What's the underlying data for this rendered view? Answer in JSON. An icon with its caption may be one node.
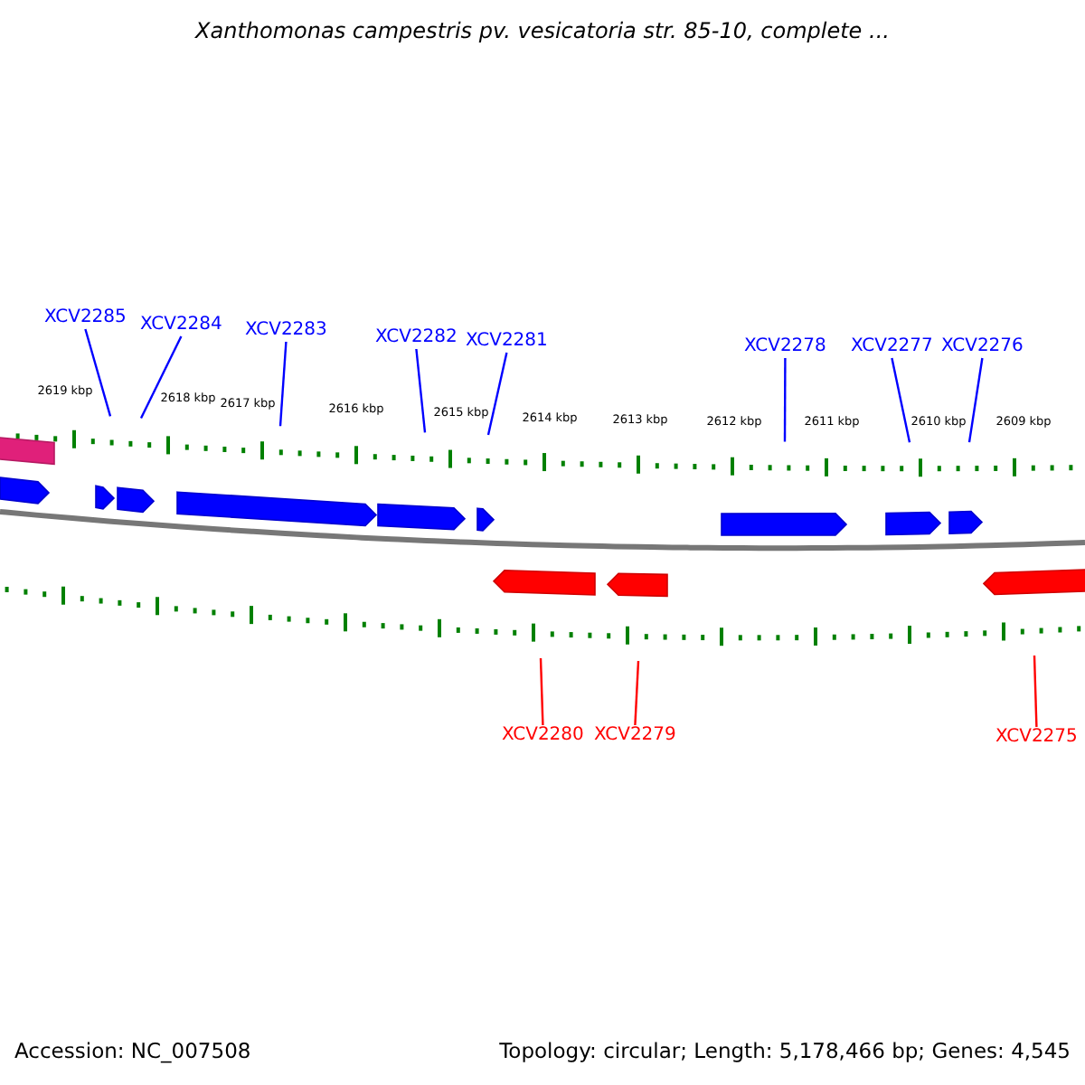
{
  "diagram": {
    "title": "Xanthomonas campestris pv. vesicatoria str. 85-10, complete ...",
    "nodes": [
      {
        "text": [
          "XCV2285"
        ]
      },
      {
        "text": [
          "XCV2284"
        ]
      },
      {
        "text": [
          "XCV2283"
        ]
      },
      {
        "text": [
          "XCV2282"
        ]
      },
      {
        "text": [
          "XCV2281"
        ]
      },
      {
        "text": [
          "XCV2278"
        ]
      },
      {
        "text": [
          "XCV2277"
        ]
      },
      {
        "text": [
          "XCV2276"
        ]
      },
      {
        "text": [
          "XCV2280"
        ]
      },
      {
        "text": [
          "XCV2279"
        ]
      },
      {
        "text": [
          "XCV2275"
        ]
      }
    ],
    "edges": [
      {
        "from": 0,
        "to": null,
        "arrow": "none"
      },
      {
        "from": 1,
        "to": null,
        "arrow": "none"
      },
      {
        "from": 2,
        "to": null,
        "arrow": "none"
      },
      {
        "from": 3,
        "to": null,
        "arrow": "none"
      },
      {
        "from": 4,
        "to": null,
        "arrow": "none"
      },
      {
        "from": 5,
        "to": null,
        "arrow": "none"
      },
      {
        "from": 6,
        "to": null,
        "arrow": "none"
      },
      {
        "from": 7,
        "to": null,
        "arrow": "none"
      },
      {
        "from": 8,
        "to": null,
        "arrow": "none",
        "color": "#ff0000"
      },
      {
        "from": 9,
        "to": null,
        "arrow": "none",
        "color": "#ff0000"
      },
      {
        "from": 10,
        "to": null,
        "arrow": "none",
        "color": "#ff0000"
      }
    ],
    "labels": [
      "2619 kbp",
      "2618 kbp",
      "2617 kbp",
      "2616 kbp",
      "2615 kbp",
      "2614 kbp",
      "2613 kbp",
      "2612 kbp",
      "2611 kbp",
      "2610 kbp",
      "2609 kbp",
      "Accession: NC_007508",
      "Topology: circular; Length: 5,178,466 bp; Genes: 4,545"
    ]
  }
}
